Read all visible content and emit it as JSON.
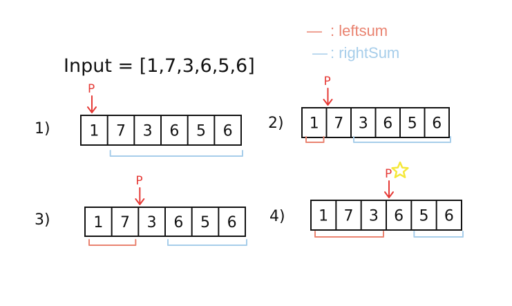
{
  "colors": {
    "ink": "#111111",
    "pointer": "#e53935",
    "leftsum": "#e9826f",
    "rightsum": "#a6cdea",
    "star": "#f5e83a"
  },
  "legend": {
    "leftsum_mark": "—",
    "leftsum_label": ": leftsum",
    "rightsum_mark": "—",
    "rightsum_label": ": rightSum"
  },
  "input_text": "Input = [1,7,3,6,5,6]",
  "pointer_label": "P",
  "steps": [
    {
      "label": "1)",
      "cells": [
        "1",
        "7",
        "3",
        "6",
        "5",
        "6"
      ],
      "pointer_index": 0,
      "left_count": 0,
      "right_count": 5,
      "star": false
    },
    {
      "label": "2)",
      "cells": [
        "1",
        "7",
        "3",
        "6",
        "5",
        "6"
      ],
      "pointer_index": 1,
      "left_count": 1,
      "right_count": 4,
      "star": false
    },
    {
      "label": "3)",
      "cells": [
        "1",
        "7",
        "3",
        "6",
        "5",
        "6"
      ],
      "pointer_index": 2,
      "left_count": 2,
      "right_count": 3,
      "star": false
    },
    {
      "label": "4)",
      "cells": [
        "1",
        "7",
        "3",
        "6",
        "5",
        "6"
      ],
      "pointer_index": 3,
      "left_count": 3,
      "right_count": 2,
      "star": true
    }
  ]
}
